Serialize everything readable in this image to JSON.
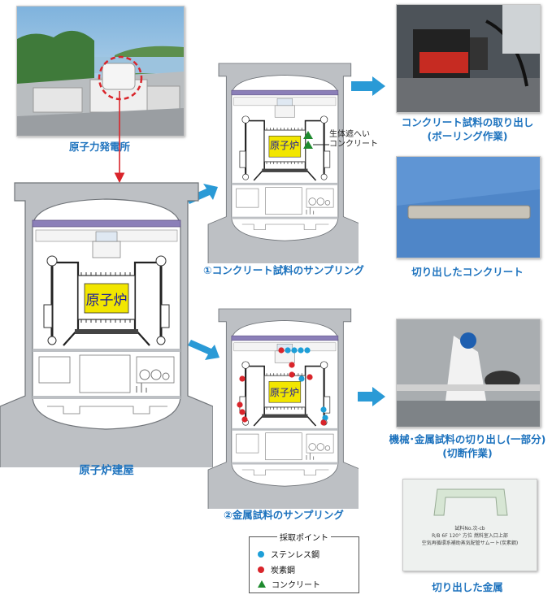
{
  "power_plant_caption": "原子力発電所",
  "reactor_building_caption": "原子炉建屋",
  "reactor_label": "原子炉",
  "sampling_concrete_caption": "①コンクリート試料のサンプリング",
  "sampling_metal_caption": "②金属試料のサンプリング",
  "shield_concrete_label": [
    "生体遮へい",
    "コンクリート"
  ],
  "photo_boring_caption": [
    "コンクリート試料の取り出し",
    "(ボーリング作業)"
  ],
  "photo_cut_concrete_caption": "切り出したコンクリート",
  "photo_cutting_caption": [
    "機械･金属試料の切り出し(一部分)",
    "(切断作業)"
  ],
  "photo_cut_metal_caption": "切り出した金属",
  "metal_sample_tag": [
    "試料No.次-cb",
    "R/B 6F 120° 方位 燃料室入口上部",
    "空気再循環系補助蒸気配管サムート(炭素鋼)"
  ],
  "legend": {
    "title": "採取ポイント",
    "items": [
      {
        "label": "ステンレス鋼",
        "color": "#1e9fd8",
        "shape": "circle"
      },
      {
        "label": "炭素鋼",
        "color": "#d9252b",
        "shape": "circle"
      },
      {
        "label": "コンクリート",
        "color": "#1e8a2e",
        "shape": "triangle"
      }
    ]
  },
  "colors": {
    "caption": "#1e73be",
    "arrow": "#2a9ad6",
    "wall": "#b9bcc0",
    "reactor": "#f2e600",
    "floor": "#8b7fb8"
  }
}
